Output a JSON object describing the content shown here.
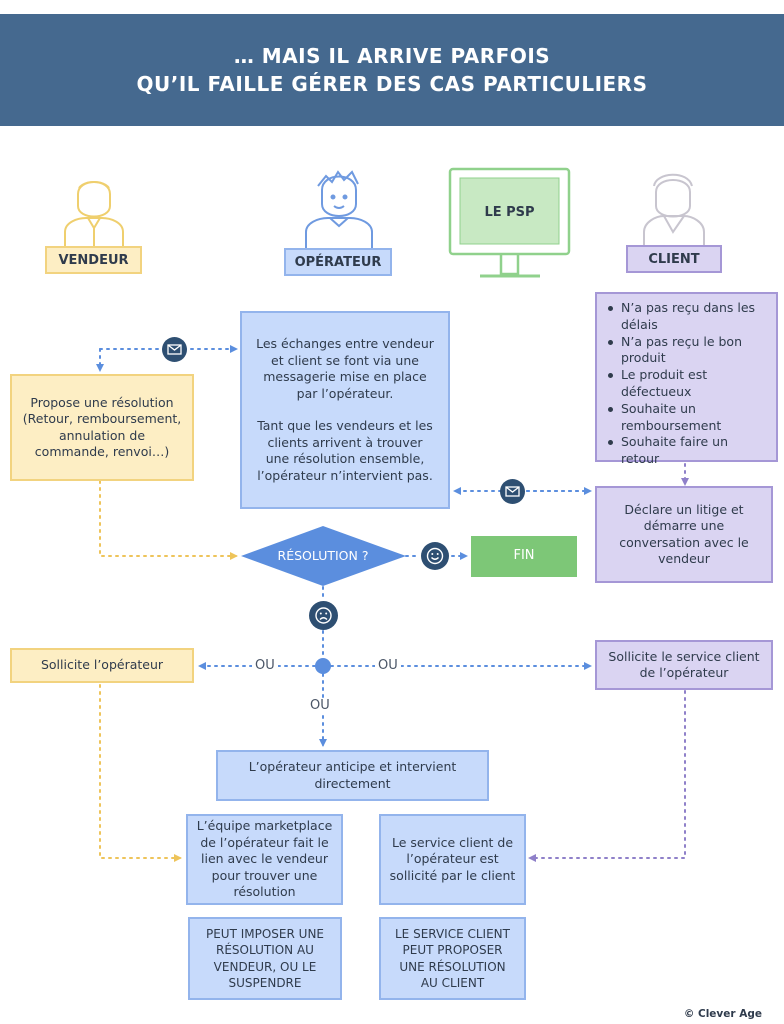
{
  "header": {
    "line1": "… MAIS IL ARRIVE PARFOIS",
    "line2": "QU’IL FAILLE GÉRER DES CAS PARTICULIERS"
  },
  "actors": {
    "vendeur": "VENDEUR",
    "operateur": "OPÉRATEUR",
    "psp": "LE PSP",
    "client": "CLIENT"
  },
  "colors": {
    "vendeur": "#f2d37f",
    "operateur": "#93b4ec",
    "psp": "#7dc777",
    "client": "#a597d6",
    "header": "#45698f",
    "decision": "#5b8ede"
  },
  "client_issues": [
    "N’a pas reçu dans les délais",
    "N’a pas reçu le bon produit",
    "Le produit est défectueux",
    "Souhaite un remboursement",
    "Souhaite faire un retour"
  ],
  "nodes": {
    "vendeur_propose": "Propose une résolution (Retour, remboursement, annulation de commande, renvoi…)",
    "operateur_messagerie_1": "Les échanges entre vendeur et client se font via une messagerie mise en place par l’opérateur.",
    "operateur_messagerie_2": "Tant que les vendeurs et les clients arrivent à trouver une résolution ensemble, l’opérateur n’intervient pas.",
    "client_litige": "Déclare un litige et démarre une conversation avec le vendeur",
    "decision": "RÉSOLUTION ?",
    "fin": "FIN",
    "vendeur_sollicite": "Sollicite l’opérateur",
    "client_sollicite": "Sollicite le service client de l’opérateur",
    "operateur_anticipe": "L’opérateur anticipe et intervient directement",
    "equipe_marketplace": "L’équipe marketplace de l’opérateur fait le lien avec le vendeur pour trouver une résolution",
    "service_client": "Le service client de l’opérateur est sollicité par le client",
    "peut_imposer": "PEUT IMPOSER UNE RÉSOLUTION AU VENDEUR, OU LE SUSPENDRE",
    "peut_proposer": "LE SERVICE CLIENT PEUT PROPOSER UNE RÉSOLUTION AU CLIENT"
  },
  "or_labels": {
    "left": "OU",
    "right": "OU",
    "down": "OU"
  },
  "icons": {
    "message": "envelope-icon",
    "happy": "smiley-happy-icon",
    "sad": "smiley-sad-icon"
  },
  "credit": "© Clever Age"
}
